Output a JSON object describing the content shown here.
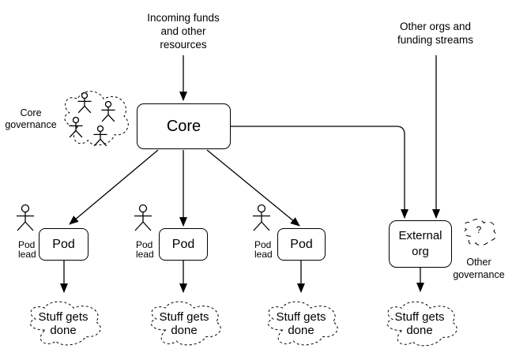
{
  "diagram": {
    "type": "org-flow-diagram",
    "colors": {
      "background": "#ffffff",
      "stroke": "#000000",
      "text": "#000000"
    },
    "nodes": {
      "incoming_funds": {
        "label": "Incoming funds\nand other\nresources",
        "type": "text-label"
      },
      "other_orgs": {
        "label": "Other orgs and\nfunding streams",
        "type": "text-label"
      },
      "core": {
        "label": "Core",
        "type": "rounded-box"
      },
      "core_governance": {
        "label": "Core\ngovernance",
        "type": "text-label"
      },
      "governance_cloud": {
        "type": "dashed-cloud",
        "contains": "four person icons"
      },
      "pod_1": {
        "label": "Pod",
        "type": "rounded-box"
      },
      "pod_2": {
        "label": "Pod",
        "type": "rounded-box"
      },
      "pod_3": {
        "label": "Pod",
        "type": "rounded-box"
      },
      "pod_lead_1": {
        "label": "Pod\nlead",
        "type": "text-label-with-person-icon"
      },
      "pod_lead_2": {
        "label": "Pod\nlead",
        "type": "text-label-with-person-icon"
      },
      "pod_lead_3": {
        "label": "Pod\nlead",
        "type": "text-label-with-person-icon"
      },
      "external_org": {
        "label": "External\norg",
        "type": "rounded-box"
      },
      "question_cloud": {
        "label": "?",
        "type": "dashed-cloud"
      },
      "other_governance": {
        "label": "Other\ngovernance",
        "type": "text-label"
      },
      "stuff_1": {
        "label": "Stuff gets\ndone",
        "type": "dashed-cloud"
      },
      "stuff_2": {
        "label": "Stuff gets\ndone",
        "type": "dashed-cloud"
      },
      "stuff_3": {
        "label": "Stuff gets\ndone",
        "type": "dashed-cloud"
      },
      "stuff_4": {
        "label": "Stuff gets\ndone",
        "type": "dashed-cloud"
      }
    },
    "edges": [
      {
        "from": "incoming_funds",
        "to": "core",
        "arrow": true
      },
      {
        "from": "other_orgs",
        "to": "external_org",
        "arrow": true
      },
      {
        "from": "core",
        "to": "external_org",
        "arrow": true
      },
      {
        "from": "core",
        "to": "pod_1",
        "arrow": true
      },
      {
        "from": "core",
        "to": "pod_2",
        "arrow": true
      },
      {
        "from": "core",
        "to": "pod_3",
        "arrow": true
      },
      {
        "from": "pod_1",
        "to": "stuff_1",
        "arrow": true
      },
      {
        "from": "pod_2",
        "to": "stuff_2",
        "arrow": true
      },
      {
        "from": "pod_3",
        "to": "stuff_3",
        "arrow": true
      },
      {
        "from": "external_org",
        "to": "stuff_4",
        "arrow": true
      }
    ]
  }
}
